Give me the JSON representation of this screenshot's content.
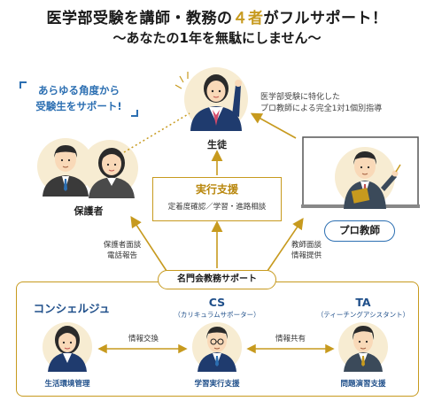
{
  "title": {
    "line1_pre": "医学部受験を講師・教務の",
    "line1_accent": "４者",
    "line1_post": "がフルサポート！",
    "line2": "〜あなたの1年を無駄にしません〜"
  },
  "callouts": {
    "left_line1": "あらゆる角度から",
    "left_line2": "受験生をサポート!",
    "right_line1": "医学部受験に特化した",
    "right_line2": "プロ教師による完全1対1個別指導"
  },
  "nodes": {
    "student": "生徒",
    "guardian": "保護者",
    "pro_teacher": "プロ教師"
  },
  "execution": {
    "title": "実行支援",
    "subtitle": "定着度確認／学習・進路相談"
  },
  "links": {
    "guardian_line1": "保護者面談",
    "guardian_line2": "電話報告",
    "teacher_line1": "教師面談",
    "teacher_line2": "情報提供"
  },
  "support": {
    "label": "名門会教務サポート",
    "concierge_title": "コンシェルジュ",
    "concierge_role": "生活環境管理",
    "cs_title": "CS",
    "cs_sub": "（カリキュラムサポーター）",
    "cs_role": "学習実行支援",
    "ta_title": "TA",
    "ta_sub": "（ティーチングアシスタント）",
    "ta_role": "問題演習支援",
    "exchange_left": "情報交換",
    "exchange_right": "情報共有"
  },
  "colors": {
    "gold": "#c79a1e",
    "blue": "#2c6fb2",
    "navy": "#1f4f8a",
    "skin": "#f9d9b8",
    "halo": "#f7ecd2"
  }
}
